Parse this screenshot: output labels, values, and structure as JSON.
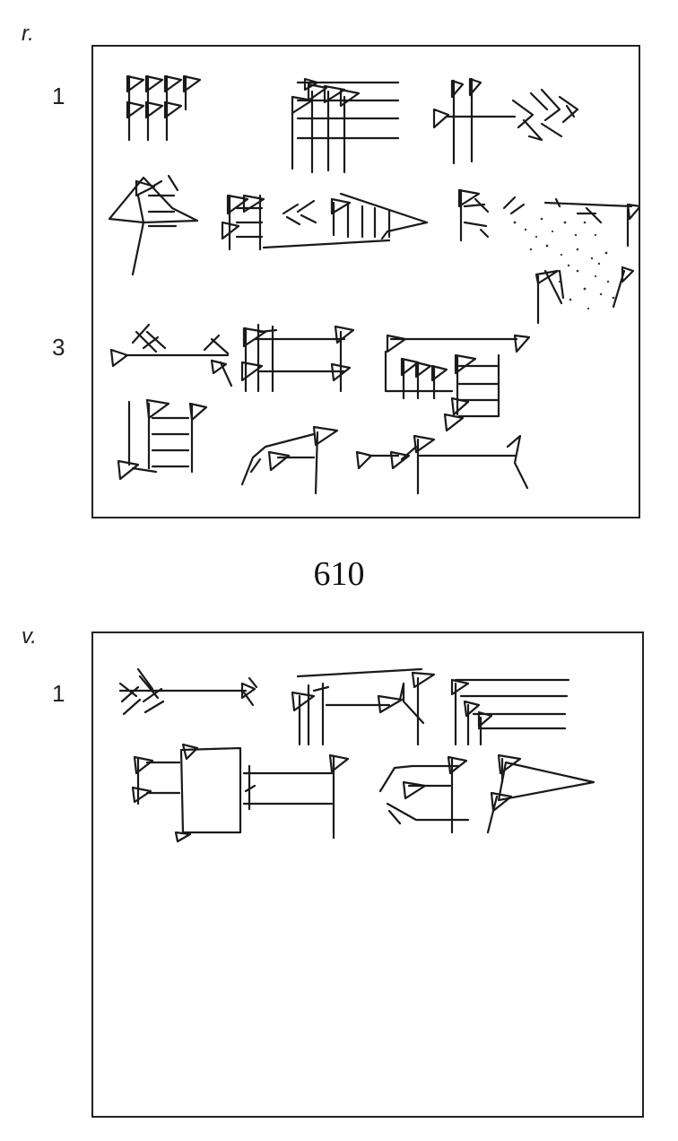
{
  "obverse": {
    "side_label": "r.",
    "line_numbers": [
      "1",
      "3"
    ]
  },
  "tablet_number": "610",
  "reverse": {
    "side_label": "v.",
    "line_numbers": [
      "1"
    ]
  }
}
